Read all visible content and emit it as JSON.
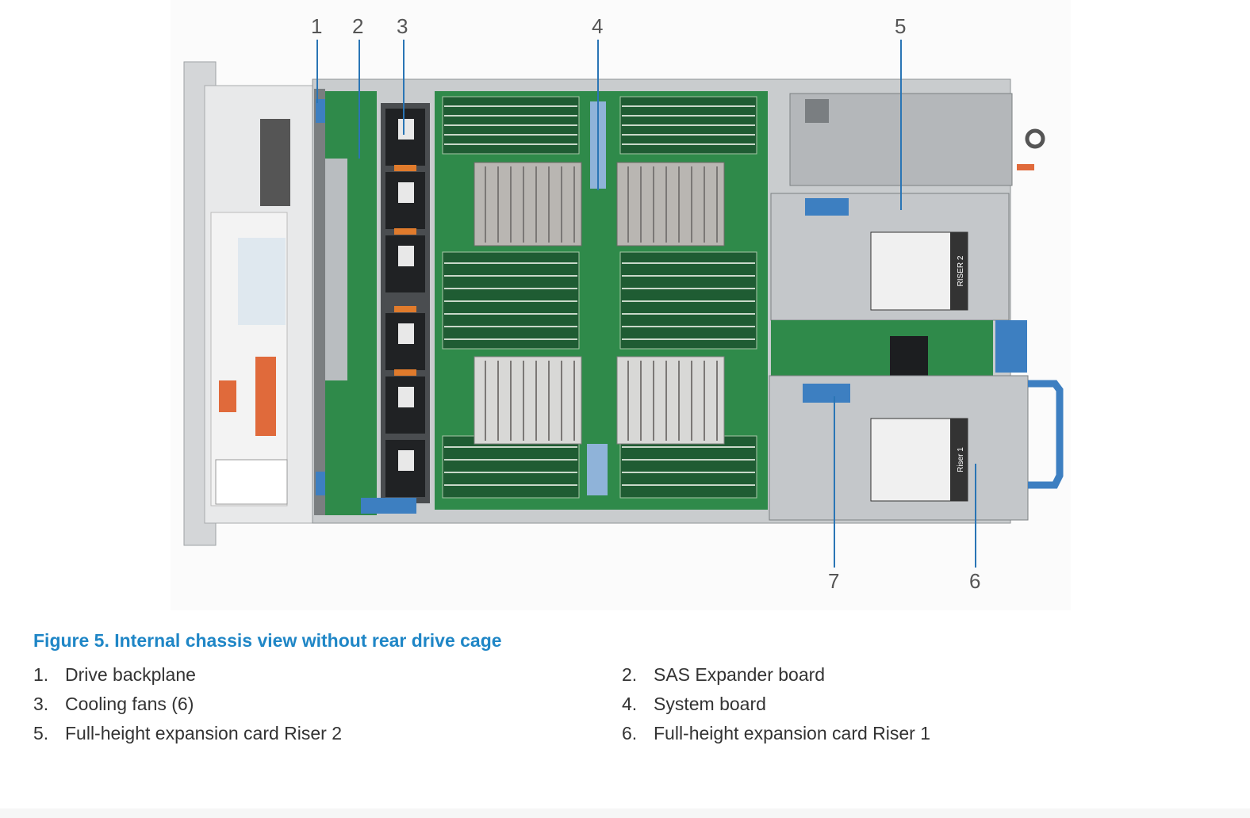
{
  "figure": {
    "callouts": [
      "1",
      "2",
      "3",
      "4",
      "5",
      "6",
      "7"
    ],
    "riser_labels": {
      "riser2": "RISER 2",
      "riser1": "Riser 1"
    }
  },
  "caption": "Figure 5. Internal chassis view without rear drive cage",
  "legend": [
    {
      "num": "1.",
      "label": "Drive backplane"
    },
    {
      "num": "2.",
      "label": "SAS Expander board"
    },
    {
      "num": "3.",
      "label": "Cooling fans (6)"
    },
    {
      "num": "4.",
      "label": "System board"
    },
    {
      "num": "5.",
      "label": "Full-height expansion card Riser 2"
    },
    {
      "num": "6.",
      "label": "Full-height expansion card Riser 1"
    }
  ],
  "colors": {
    "caption": "#1f86c6",
    "board": "#2f8a4a",
    "chassis": "#c9ccce",
    "accent_blue": "#3d7fc1"
  }
}
